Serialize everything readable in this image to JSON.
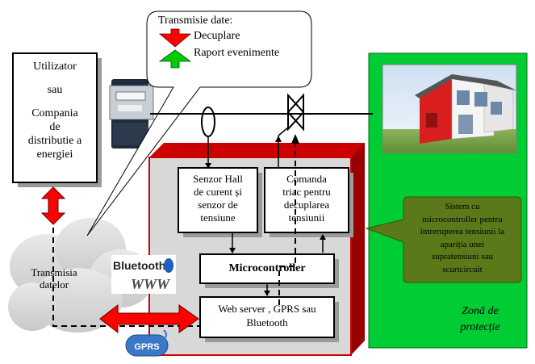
{
  "callout": {
    "title": "Transmisie date:",
    "items": [
      {
        "label": "Decuplare",
        "arrow": "down",
        "color": "#ff0000"
      },
      {
        "label": "Raport evenimente",
        "arrow": "up",
        "color": "#00cc00"
      }
    ]
  },
  "user_box": {
    "line1": "Utilizator",
    "line2": "sau",
    "line3": "Compania",
    "line4": "de",
    "line5": "distributie a",
    "line6": "energiei"
  },
  "hall_box": {
    "line1": "Senzor Hall",
    "line2": "de curent și",
    "line3": "senzor de",
    "line4": "tensiune"
  },
  "triac_box": {
    "line1": "Comanda",
    "line2": "triac pentru",
    "line3": "decuplarea",
    "line4": "tensiunii"
  },
  "micro_box": {
    "label": "Microcontroller"
  },
  "web_box": {
    "line1": "Web server , GPRS sau",
    "line2": "Bluetooth"
  },
  "cloud": {
    "line1": "Transmisia",
    "line2": "datelor"
  },
  "olive_callout": {
    "line1": "Sistem cu",
    "line2": "microcontroller pentru",
    "line3": "întreruperea  tensiunii la",
    "line4": "apariția unei",
    "line5": "supratensiuni sau",
    "line6": "scurtcircuit"
  },
  "zone": {
    "line1": "Zonă de",
    "line2": "protecție"
  },
  "logos": {
    "bluetooth": "Bluetooth",
    "www": "WWW",
    "gprs": "GPRS"
  },
  "colors": {
    "zone_green": "#00cc33",
    "red_block": "#cc0000",
    "olive": "#5a7a1a",
    "house_red": "#d81e1e"
  }
}
